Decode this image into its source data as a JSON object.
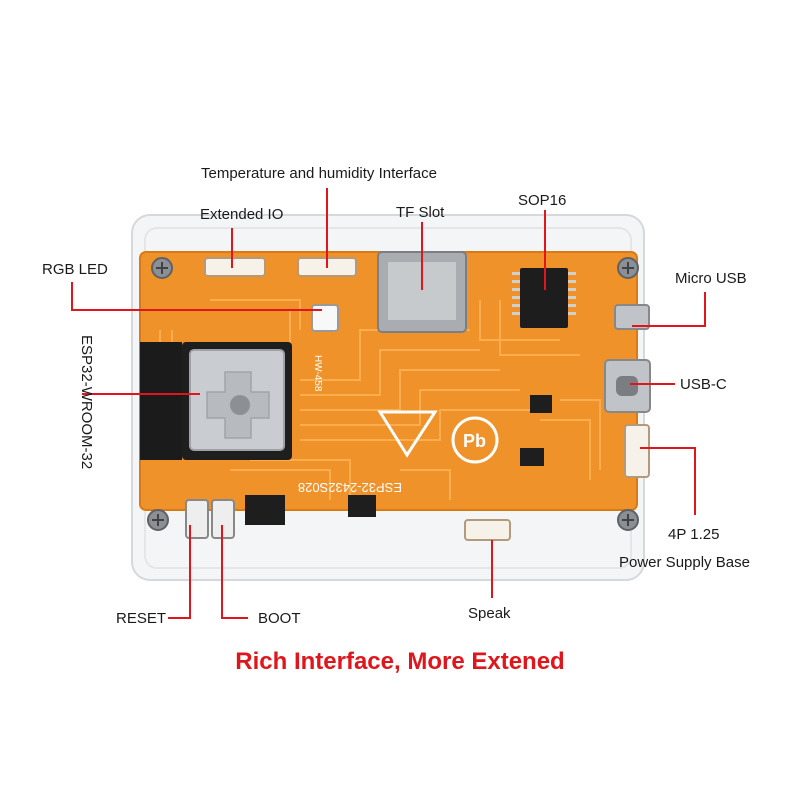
{
  "labels": {
    "temp_humidity": "Temperature and humidity Interface",
    "extended_io": "Extended IO",
    "tf_slot": "TF Slot",
    "sop16": "SOP16",
    "rgb_led": "RGB LED",
    "micro_usb": "Micro USB",
    "esp32": "ESP32-WROOM-32",
    "usb_c": "USB-C",
    "power_4p": "4P 1.25",
    "power_base": "Power Supply Base",
    "reset": "RESET",
    "boot": "BOOT",
    "speak": "Speak"
  },
  "board_text": {
    "model": "ESP32-2432S028",
    "module": "HW-458"
  },
  "footer": {
    "headline": "Rich Interface, More Extened"
  },
  "colors": {
    "pcb": "#f0922a",
    "callout_line": "#e0161c",
    "headline": "#e0161c"
  }
}
